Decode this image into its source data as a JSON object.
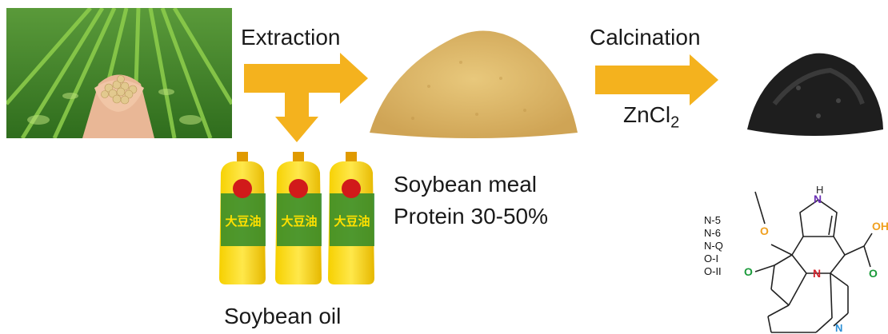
{
  "diagram": {
    "process": {
      "extraction_label": "Extraction",
      "calcination_label": "Calcination",
      "reagent_main": "ZnCl",
      "reagent_subscript": "2"
    },
    "products": {
      "meal_name": "Soybean meal",
      "meal_protein": "Protein 30-50%",
      "oil_name": "Soybean oil",
      "bottle_label": "大豆油"
    },
    "nitrogen_oxygen_species": [
      "N-5",
      "N-6",
      "N-Q",
      "O-I",
      "O-II"
    ],
    "structure_atoms": {
      "h_top": "H",
      "n_pyrrole": "N",
      "n_center": "N",
      "n_pyridine": "N",
      "o_methoxy": "O",
      "o_carbonyl_left": "O",
      "oh": "OH",
      "o_carbonyl_right": "O"
    },
    "colors": {
      "arrow": "#f4b21e",
      "meal": "#d8b25d",
      "carbon": "#1a1a1a",
      "oil": "#f2c400",
      "n5_purple": "#6b2fb5",
      "n6_blue": "#2b8fd6",
      "nq_red": "#d4202a",
      "o1_orange": "#f0a020",
      "o2_green": "#1a9a3a"
    }
  }
}
